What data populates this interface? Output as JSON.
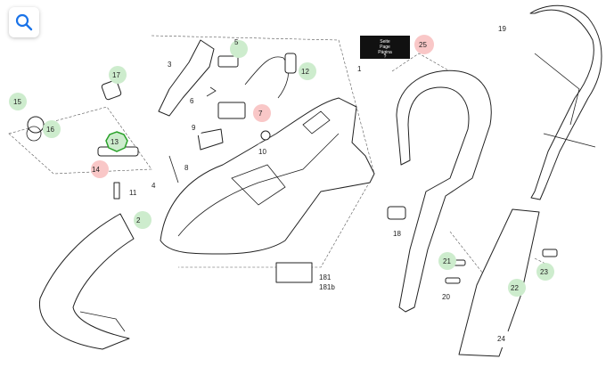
{
  "search": {
    "icon": "magnifier-icon"
  },
  "reference_box": {
    "line1": "Seite",
    "line2": "Page",
    "line3": "Página",
    "line4": "?"
  },
  "colors": {
    "green": "#cdeccd",
    "red": "#f9c7c7",
    "selected": "#2aa12a"
  },
  "labels": {
    "l1": "1",
    "l2": "2",
    "l3": "3",
    "l5": "5",
    "l6": "6",
    "l7": "7",
    "l8": "8",
    "l9": "9",
    "l10": "10",
    "l11": "11",
    "l12": "12",
    "l13": "13",
    "l14": "14",
    "l15": "15",
    "l16": "16",
    "l17": "17",
    "l18": "18",
    "l19": "19",
    "l20": "20",
    "l21": "21",
    "l22": "22",
    "l23": "23",
    "l24": "24",
    "l25": "25",
    "l4": "4",
    "l181": "181",
    "l181b": "181b"
  }
}
